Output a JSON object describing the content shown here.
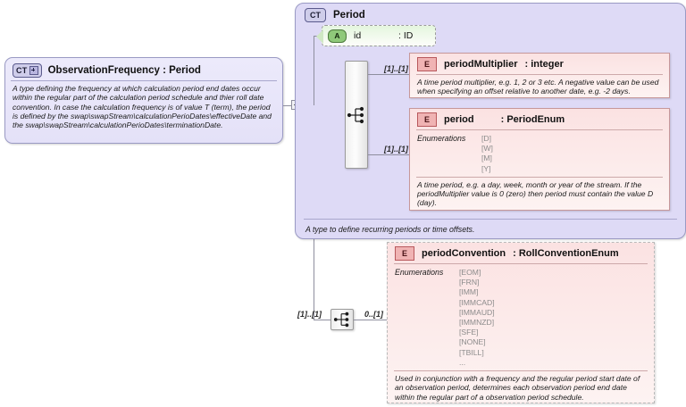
{
  "root": {
    "badge": "CT",
    "badge_icon": "plus-expand-icon",
    "title": "ObservationFrequency : Period",
    "description": "A type defining the frequency at which calculation period end dates occur within the regular part of the calculation period schedule and thier roll date convention. In case the calculation frequency is of value T (term), the period is defined by the swap\\swapStream\\calculationPerioDates\\effectiveDate and the swap\\swapStream\\calculationPerioDates\\terminationDate."
  },
  "period_container": {
    "badge": "CT",
    "title": "Period",
    "footer": "A type to define recurring periods or time offsets."
  },
  "attribute": {
    "badge": "A",
    "name": "id",
    "type": ": ID"
  },
  "elements": [
    {
      "badge": "E",
      "name": "periodMultiplier",
      "type": ": integer",
      "cardinality": "[1]..[1]",
      "description": "A time period multiplier, e.g. 1, 2 or 3 etc. A negative value can be used when specifying an offset relative to another date, e.g. -2 days."
    },
    {
      "badge": "E",
      "name": "period",
      "type": ": PeriodEnum",
      "cardinality": "[1]..[1]",
      "enum_label": "Enumerations",
      "enumerations": [
        "[D]",
        "[W]",
        "[M]",
        "[Y]"
      ],
      "description": "A time period, e.g. a day, week, month or year of the stream. If the periodMultiplier value is 0 (zero) then period must contain the value D (day)."
    },
    {
      "badge": "E",
      "name": "periodConvention",
      "type": ": RollConventionEnum",
      "cardinality": "0..[1]",
      "enum_label": "Enumerations",
      "enumerations": [
        "[EOM]",
        "[FRN]",
        "[IMM]",
        "[IMMCAD]",
        "[IMMAUD]",
        "[IMMNZD]",
        "[SFE]",
        "[NONE]",
        "[TBILL]",
        "..."
      ],
      "description": "Used in conjunction with a frequency and the regular period start date of an observation period, determines each observation period end date within the regular part of a observation period schedule."
    }
  ],
  "connectors": {
    "sequence_main_cardinality": "[1]..[1]",
    "sequence_bottom_cardinality": "[1]..[1]"
  },
  "colors": {
    "complex_type_fill": "#dedaf6",
    "element_fill": "#fbe2e2",
    "attribute_fill": "#e4f6de",
    "line": "#8e8e9e"
  }
}
